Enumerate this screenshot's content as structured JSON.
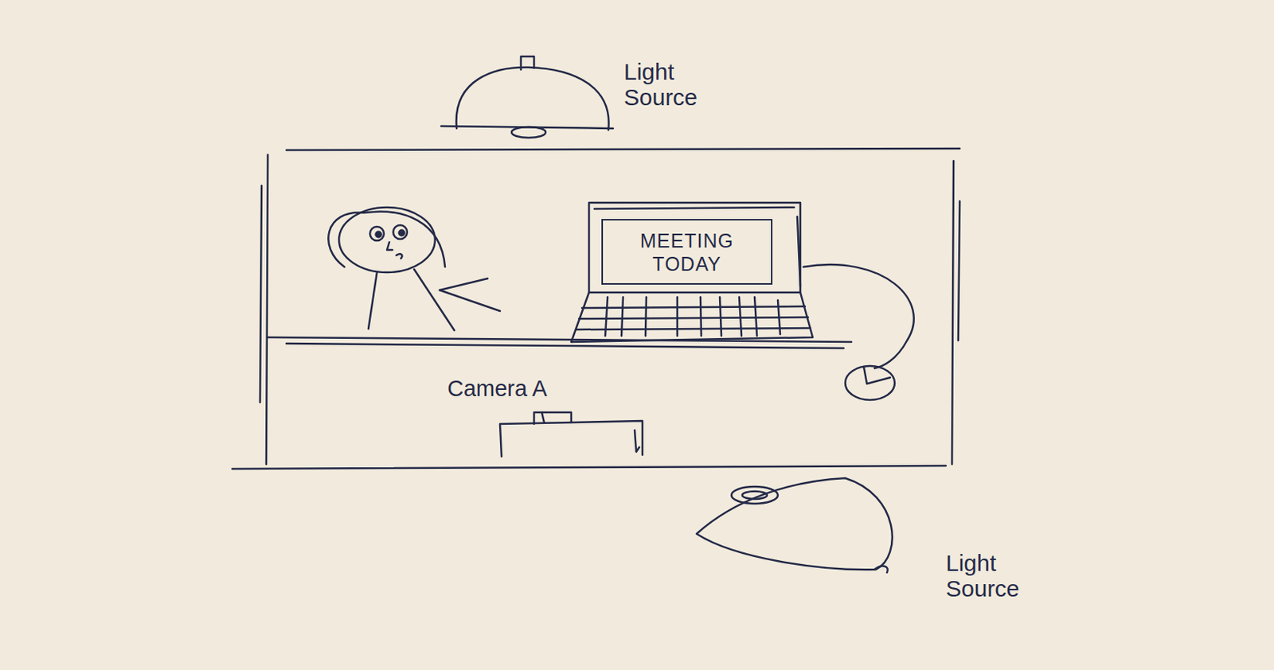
{
  "diagram": {
    "nodes": [
      {
        "text": [
          "MEETING TODAY"
        ]
      }
    ],
    "labels": [
      "Light Source",
      "Camera A",
      "Light Source"
    ]
  }
}
